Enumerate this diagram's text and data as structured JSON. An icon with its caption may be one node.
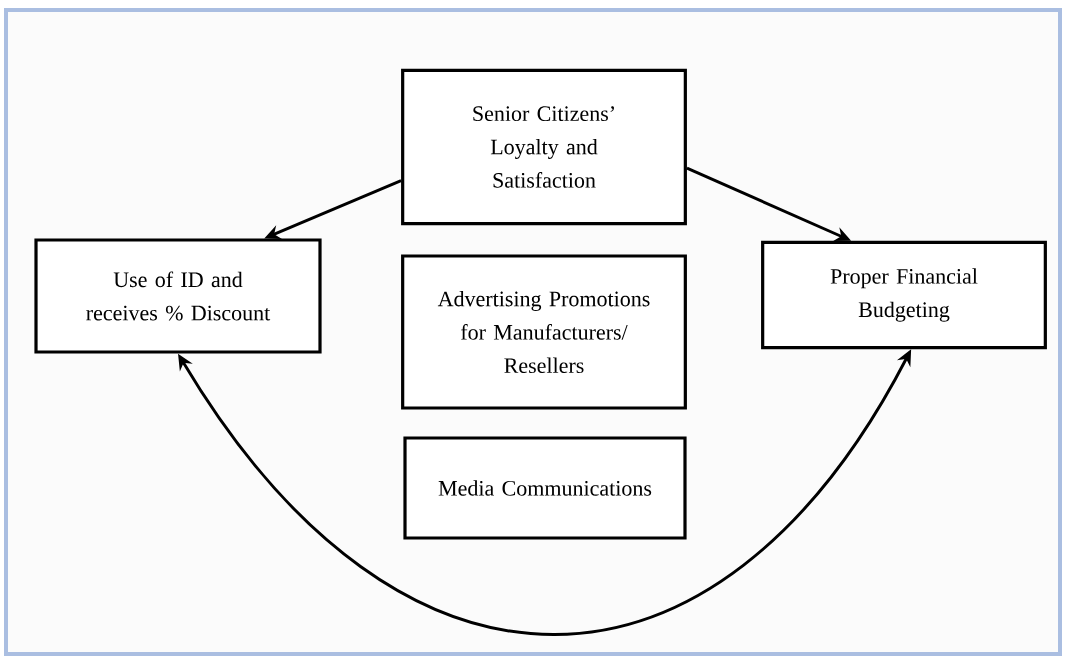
{
  "diagram": {
    "nodes": [
      {
        "text": [
          "Senior Citizens’ Loyalty and Satisfaction"
        ]
      },
      {
        "text": [
          "Use of ID and receives % Discount"
        ]
      },
      {
        "text": [
          "Proper Financial Budgeting"
        ]
      },
      {
        "text": [
          "Advertising Promotions for Manufacturers/ Resellers"
        ]
      },
      {
        "text": [
          "Media Communications"
        ]
      }
    ],
    "edges": [
      {
        "from": 0,
        "to": 1,
        "arrow": "to"
      },
      {
        "from": 0,
        "to": 2,
        "arrow": "to"
      },
      {
        "from": 1,
        "to": 2,
        "arrow": "both"
      }
    ]
  }
}
